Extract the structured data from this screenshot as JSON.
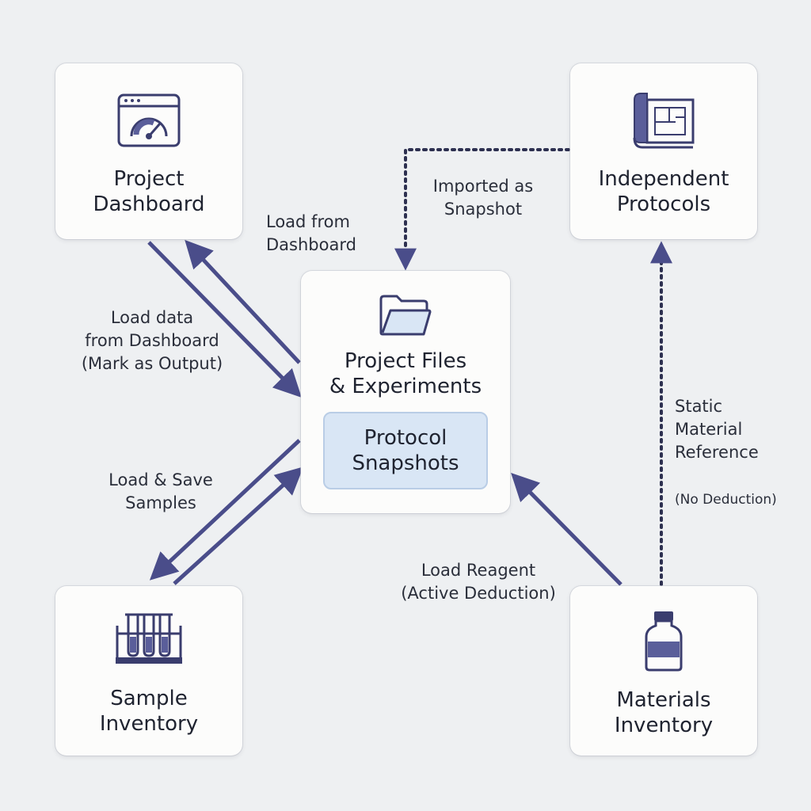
{
  "colors": {
    "background": "#eef0f2",
    "card": "#fcfcfb",
    "arrow": "#4a4d8a",
    "icon_stroke": "#3a3d6e",
    "icon_fill": "#5a5e9a",
    "snapshot_box": "#d9e6f5",
    "text": "#1f2330"
  },
  "nodes": {
    "project_dashboard": {
      "title": "Project\nDashboard",
      "icon": "gauge-dashboard-icon"
    },
    "independent_protocols": {
      "title": "Independent\nProtocols",
      "icon": "blueprint-scroll-icon"
    },
    "project_files": {
      "title": "Project Files\n& Experiments",
      "icon": "folder-icon",
      "inner": "Protocol\nSnapshots"
    },
    "sample_inventory": {
      "title": "Sample\nInventory",
      "icon": "test-tubes-icon"
    },
    "materials_inventory": {
      "title": "Materials\nInventory",
      "icon": "reagent-bottle-icon"
    }
  },
  "edges": {
    "load_from_dashboard": "Load from\nDashboard",
    "load_data_mark_output": "Load data\nfrom Dashboard\n(Mark as Output)",
    "imported_as_snapshot": "Imported as\nSnapshot",
    "load_save_samples": "Load & Save\nSamples",
    "load_reagent": "Load Reagent\n(Active Deduction)",
    "static_material_reference": "Static\nMaterial\nReference",
    "no_deduction": "(No Deduction)"
  }
}
